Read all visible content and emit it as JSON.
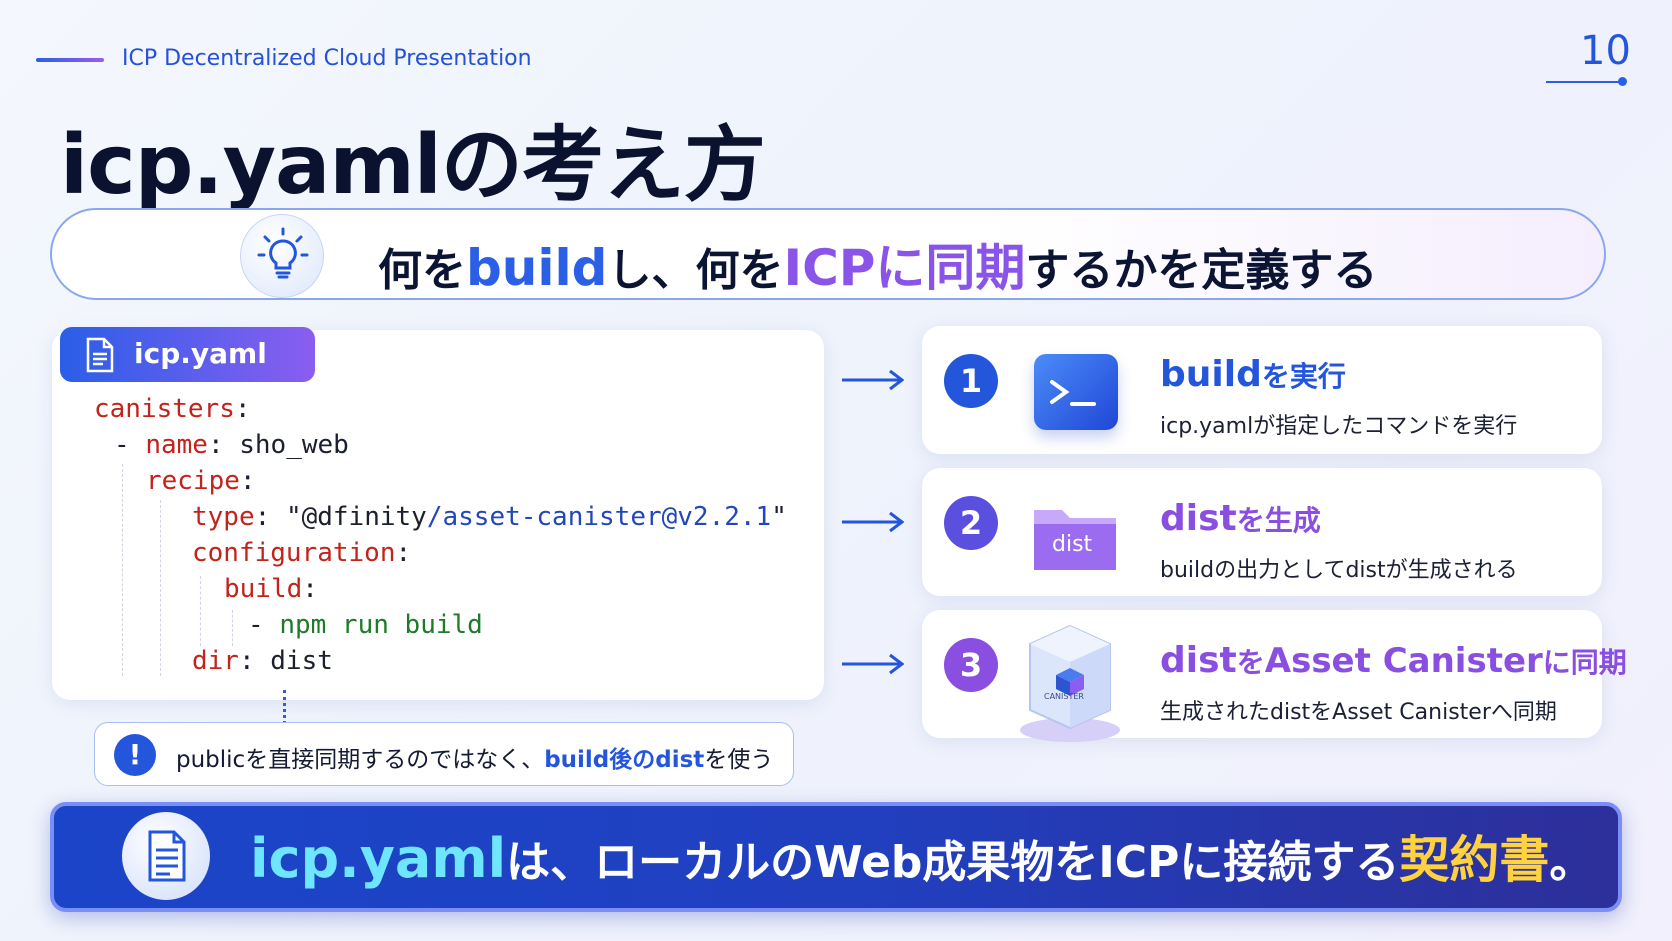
{
  "header": {
    "presentation_title": "ICP Decentralized Cloud Presentation",
    "page_number": "10"
  },
  "title": "icp.yamlの考え方",
  "subtitle": {
    "p1": "何を",
    "p2": "build",
    "p3": "し、何を",
    "p4": "ICPに同期",
    "p5": "するかを定義する"
  },
  "code_card": {
    "tag": "icp.yaml",
    "lines": {
      "l1k": "canisters",
      "l2k": "name",
      "l2v": "sho_web",
      "l3k": "recipe",
      "l4k": "type",
      "l4v1": "\"@dfinity",
      "l4v2": "/asset-canister@v2.2.1",
      "l4v3": "\"",
      "l5k": "configuration",
      "l6k": "build",
      "l7v": "npm run build",
      "l8k": "dir",
      "l8v": "dist"
    }
  },
  "note": {
    "p1": "publicを直接同期するのではなく、",
    "p2": "build後のdist",
    "p3": "を使う"
  },
  "steps": [
    {
      "num": "1",
      "title_main": "build",
      "title_sub": "を実行",
      "desc": "icp.yamlが指定したコマンドを実行",
      "color": "#2456dc"
    },
    {
      "num": "2",
      "title_main": "dist",
      "title_sub": "を生成",
      "desc": "buildの出力としてdistが生成される",
      "color": "#5b4fe0",
      "icon_label": "dist"
    },
    {
      "num": "3",
      "title_main": "dist",
      "title_sub": "を",
      "title_main2": "Asset Canister",
      "title_sub2": "に同期",
      "desc": "生成されたdistをAsset Canisterへ同期",
      "color": "#8a4fe0",
      "icon_label": "CANISTER"
    }
  ],
  "banner": {
    "p1": "icp.yaml",
    "p2": "は、ローカルのWeb成果物をICPに接続する",
    "p3": "契約書",
    "p4": "。"
  },
  "icons": [
    "lightbulb-icon",
    "document-icon",
    "terminal-icon",
    "folder-icon",
    "cube-icon",
    "exclamation-icon",
    "arrow-right-icon"
  ]
}
